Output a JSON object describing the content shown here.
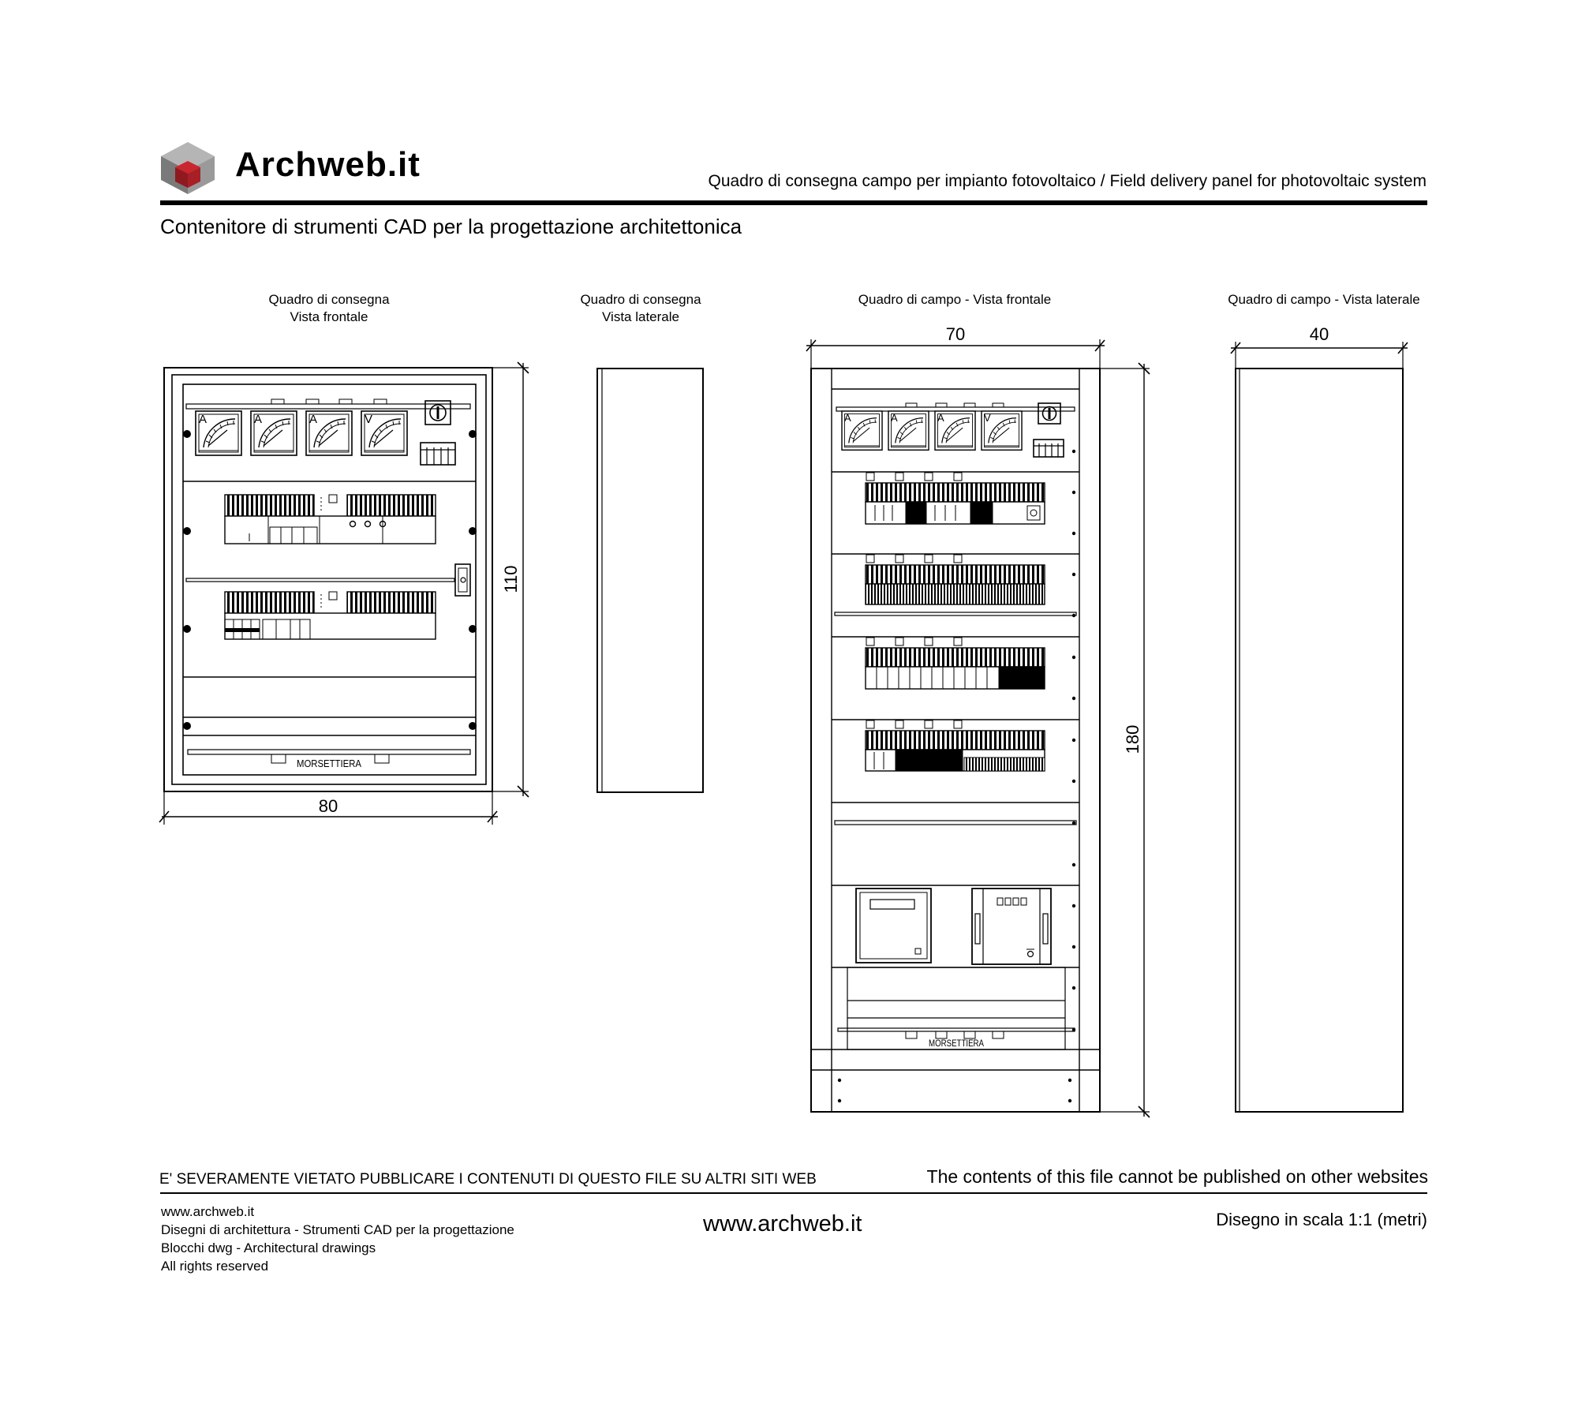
{
  "header": {
    "brand_name": "Archweb.it",
    "title": "Quadro di consegna campo per impianto fotovoltaico  /  Field delivery panel for photovoltaic system",
    "subtitle": "Contenitore di strumenti CAD per la progettazione architettonica"
  },
  "views": [
    {
      "caption_line1": "Quadro di consegna",
      "caption_line2": "Vista frontale",
      "width_dim": "80",
      "height_dim": "110"
    },
    {
      "caption_line1": "Quadro di consegna",
      "caption_line2": "Vista laterale"
    },
    {
      "caption_line1": "Quadro di campo - Vista frontale",
      "width_dim": "70",
      "height_dim": "180"
    },
    {
      "caption_line1": "Quadro di campo - Vista laterale",
      "width_dim": "40"
    }
  ],
  "labels": {
    "terminal_block": "MORSETTIERA",
    "meter_amp": "A",
    "meter_volt": "V"
  },
  "footer": {
    "warning_it": "E' SEVERAMENTE VIETATO PUBBLICARE I CONTENUTI DI QUESTO FILE SU ALTRI SITI WEB",
    "warning_en": "The contents of this file cannot be published on other websites",
    "left_lines": [
      "www.archweb.it",
      "Disegni di architettura - Strumenti CAD  per la progettazione",
      "Blocchi dwg - Architectural drawings",
      "All rights reserved"
    ],
    "center": "www.archweb.it",
    "scale": "Disegno in scala 1:1 (metri)"
  },
  "colors": {
    "line": "#000000",
    "logo_grey": "#8a8a8a",
    "logo_red": "#9b1c22"
  }
}
